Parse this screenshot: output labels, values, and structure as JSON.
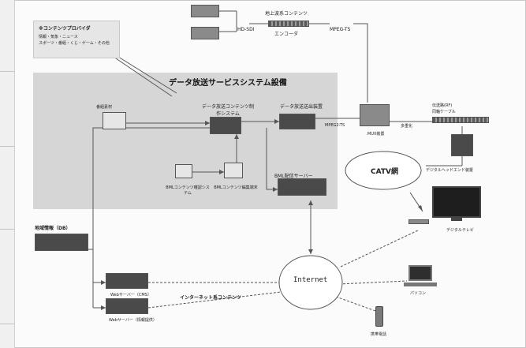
{
  "diagram": {
    "title": "データ放送サービスシステム設備",
    "content_plan": {
      "title": "※コンテンツプロバイダ",
      "lines": [
        "情報・気象・ニュース",
        "スポーツ・番組・くじ・ゲーム・その他"
      ]
    },
    "top": {
      "group_label": "地上波系コンテンツ",
      "hdsdi_label": "HD-SDI",
      "encoder_label": "エンコーダ",
      "mpeg_label": "MPEG-TS"
    },
    "center": {
      "source_label": "番組素材",
      "authoring": "データ放送コンテンツ制作システム",
      "send": "データ放送送出装置",
      "mpeg2": "MPEG2-TS",
      "mux": "MUX装置",
      "multiplex_label": "多重化",
      "trunk": [
        "伝送路(RF)",
        "同軸ケーブル"
      ],
      "bml_check": "BMLコンテンツ確認システム",
      "bml_edit": "BMLコンテンツ編集端末",
      "bml_server": "BML配信サーバー"
    },
    "right": {
      "headend": "デジタルヘッドエンド装置",
      "catv": "CATV網",
      "tv": "デジタルテレビ"
    },
    "bottom": {
      "local_info": "地域情報（DB）",
      "web1": "Webサーバー（CMS）",
      "web2": "Webサーバー（情報提供）",
      "internet": "Internet",
      "internet_content": "インターネット系コンテンツ",
      "pc": "パソコン",
      "mobile": "携帯電話"
    }
  },
  "colors": {
    "zone": "#d6d6d6",
    "device_dark": "#4a4a4a",
    "device_mid": "#8a8a8a",
    "line": "#555555"
  }
}
